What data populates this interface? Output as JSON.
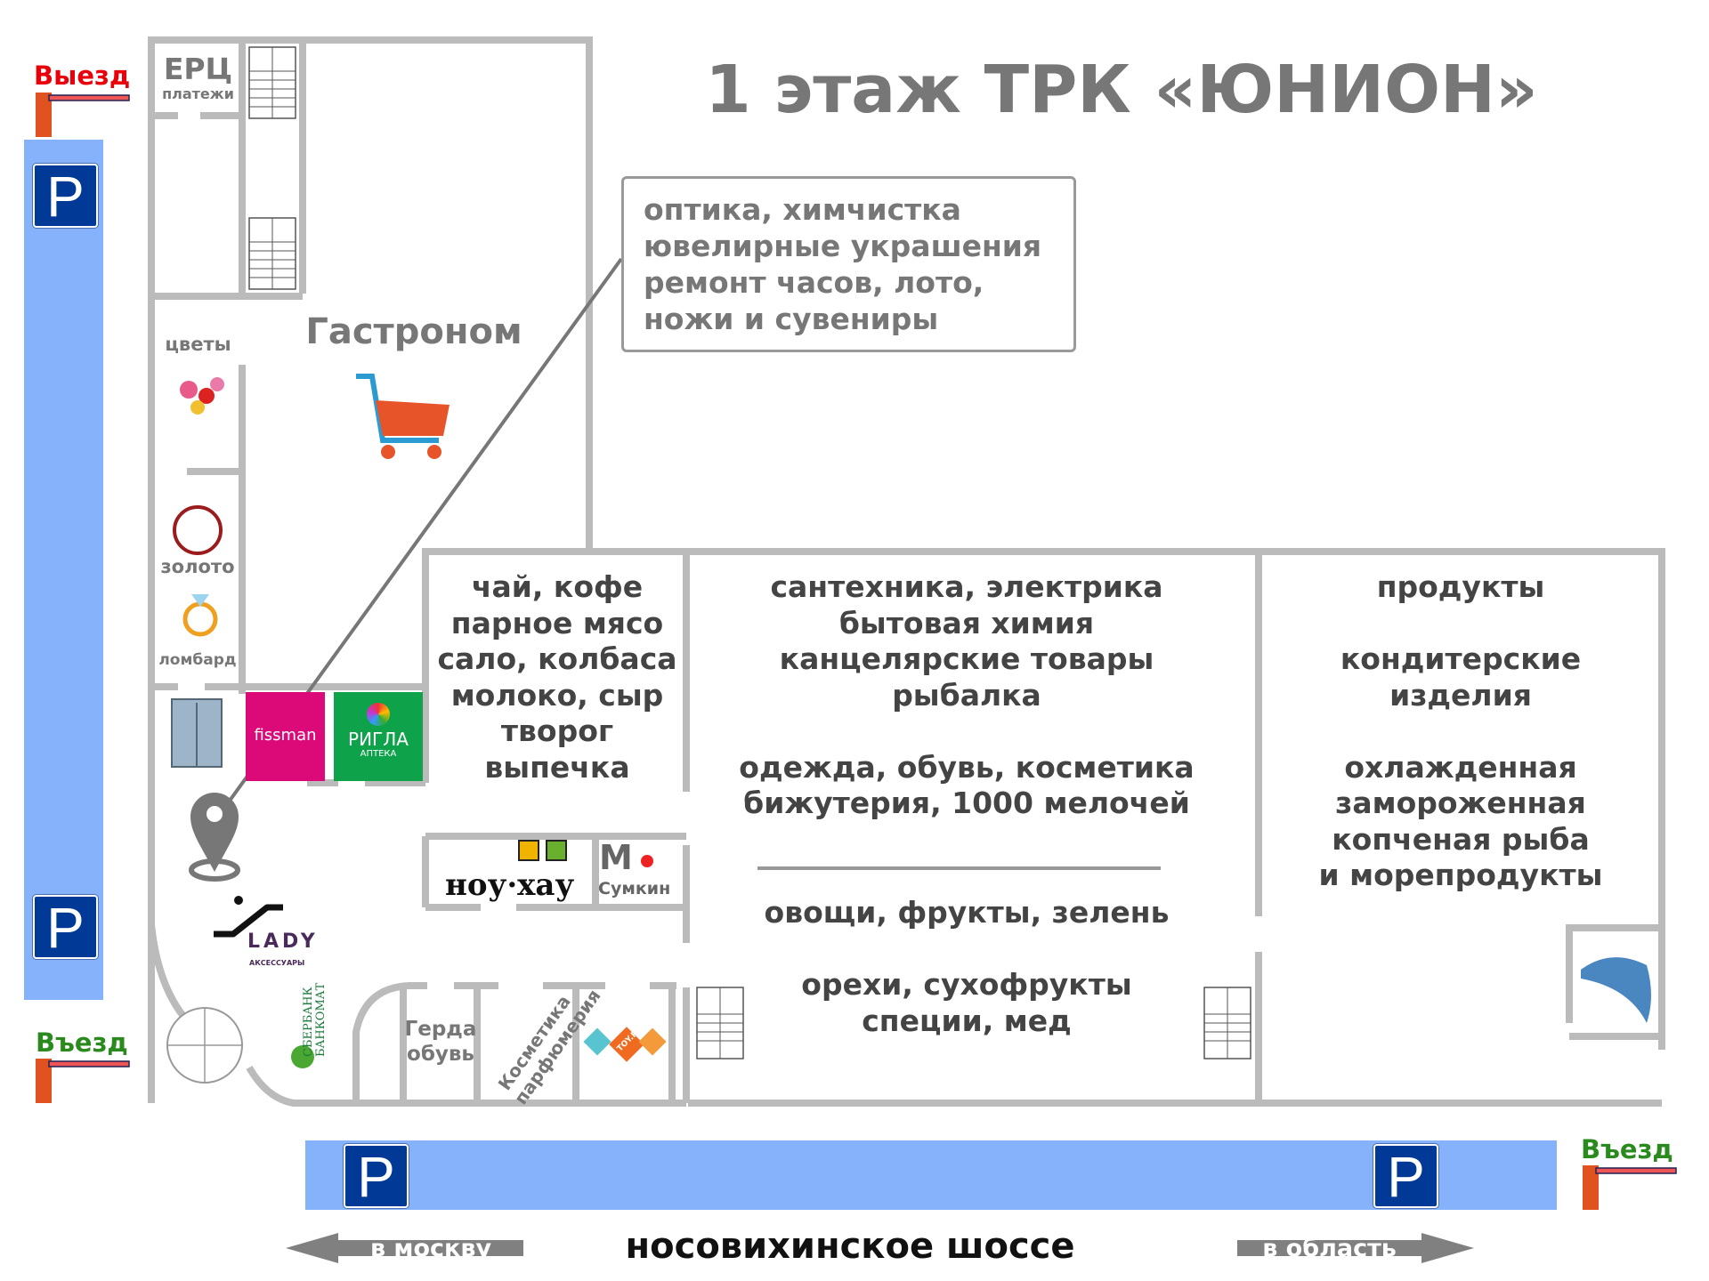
{
  "title": "1 этаж ТРК «ЮНИОН»",
  "info_box": {
    "lines": [
      "оптика, химчистка",
      "ювелирные украшения",
      "ремонт часов, лото,",
      "ножи и сувениры"
    ]
  },
  "gates": {
    "exit_top_left": "Выезд",
    "entry_bottom_left": "Въезд",
    "entry_bottom_right": "Въезд"
  },
  "parking": {
    "sign": "P"
  },
  "left_wing": {
    "erc": "ЕРЦ",
    "erc_sub": "платежи",
    "flowers": "цветы",
    "gold": "золото",
    "pawnshop": "ломбард",
    "gastronom": "Гастроном",
    "fiseman": "fissman",
    "rigla": "РИГЛА",
    "rigla_sub": "АПТЕКА",
    "knowhow": "ноу·хау",
    "sumkin": "Сумкин",
    "lady": "LADY",
    "lady_sub": "АКСЕССУАРЫ",
    "sberbank": "СБЕРБАНК",
    "sberbank_sub": "БАНКОМАТ",
    "gerda": "Герда",
    "gerda_sub": "обувь",
    "cosmetics": "Косметика",
    "cosmetics_sub": "парфюмерия",
    "toyru": "TOY.RU"
  },
  "sections": {
    "food": [
      "чай, кофе",
      "парное мясо",
      "сало, колбаса",
      "молоко, сыр",
      "творог",
      "выпечка"
    ],
    "goods_top": [
      "сантехника, электрика",
      "бытовая химия",
      "канцелярские товары",
      "рыбалка"
    ],
    "goods_mid": [
      "одежда, обувь, косметика",
      "бижутерия, 1000 мелочей"
    ],
    "goods_veg": "овощи, фрукты, зелень",
    "goods_nuts": [
      "орехи, сухофрукты",
      "специи, мед"
    ],
    "products": "продукты",
    "confectionery": [
      "кондитерские",
      "изделия"
    ],
    "fish": [
      "охлажденная",
      "замороженная",
      "копченая рыба",
      "и морепродукты"
    ]
  },
  "road": {
    "name": "носовихинское шоссе",
    "to_moscow": "в москву",
    "to_region": "в область"
  },
  "colors": {
    "parking": "#86b2fc",
    "sign": "#003a96",
    "exit": "#e8000b",
    "entry": "#2a8a1e",
    "wall": "#bbbbbb"
  }
}
